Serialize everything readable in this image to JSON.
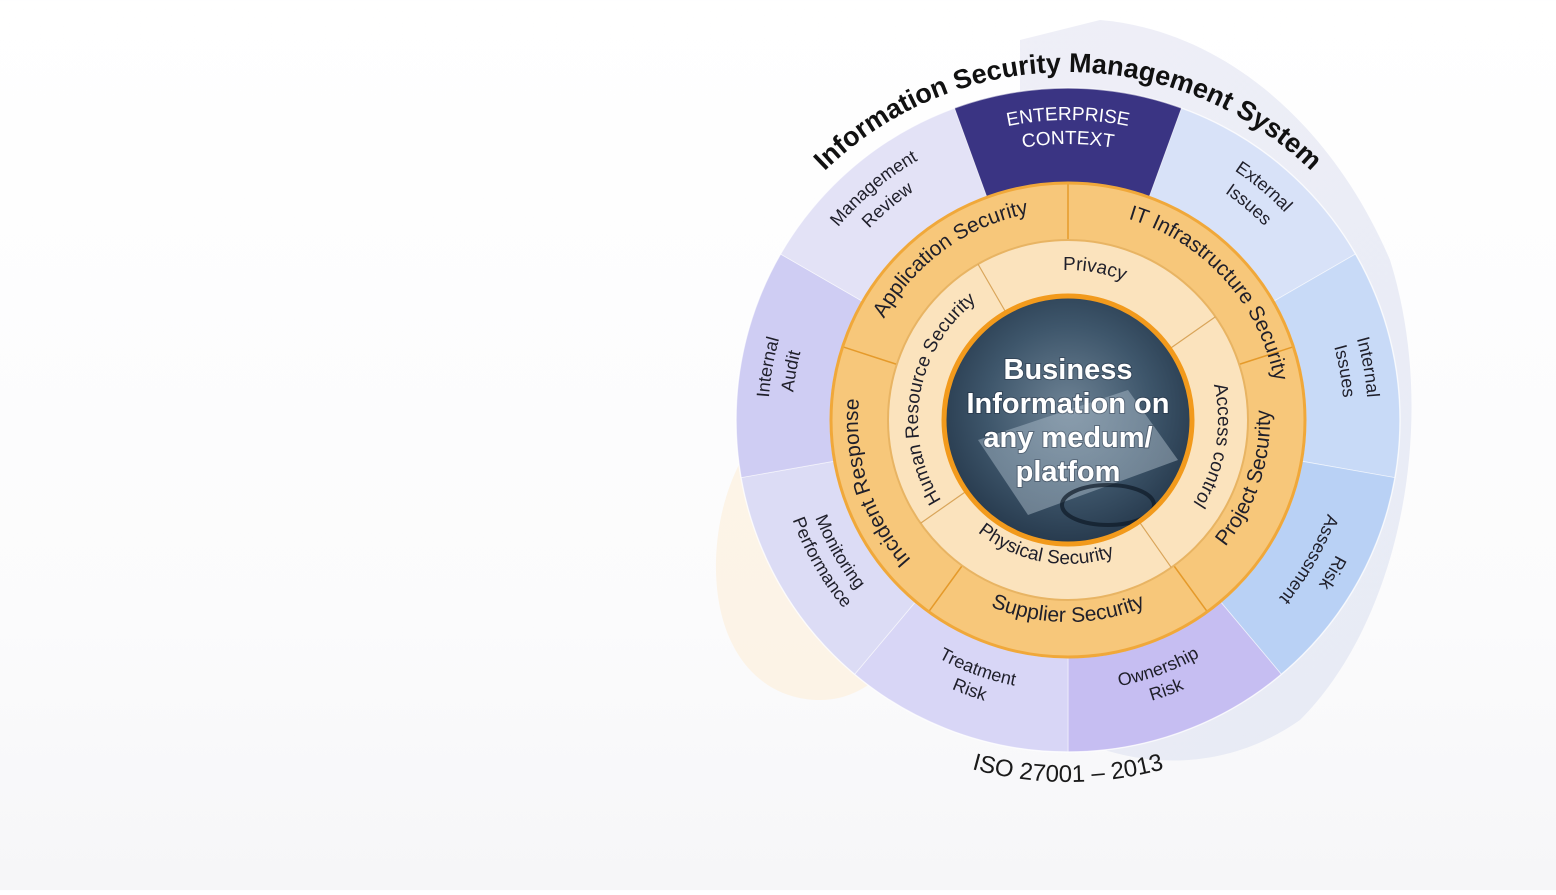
{
  "diagram": {
    "title": "Information Security Management System",
    "footer": "ISO 27001 – 2013",
    "center_lines": [
      "Business",
      "Information on",
      "any medum/",
      "platfom"
    ],
    "outer_ring": [
      {
        "key": "enterprise",
        "lines": [
          "ENTERPRISE",
          "CONTEXT"
        ]
      },
      {
        "key": "external",
        "lines": [
          "External",
          "Issues"
        ]
      },
      {
        "key": "internal-issues",
        "lines": [
          "Internal",
          "Issues"
        ]
      },
      {
        "key": "risk-assessment",
        "lines": [
          "Risk",
          "Assessment"
        ]
      },
      {
        "key": "risk-ownership",
        "lines": [
          "Risk",
          "Ownership"
        ]
      },
      {
        "key": "risk-treatment",
        "lines": [
          "Risk",
          "Treatment"
        ]
      },
      {
        "key": "performance",
        "lines": [
          "Performance",
          "Monitoring"
        ]
      },
      {
        "key": "internal-audit",
        "lines": [
          "Internal",
          "Audit"
        ]
      },
      {
        "key": "management-review",
        "lines": [
          "Management",
          "Review"
        ]
      }
    ],
    "middle_ring": [
      {
        "key": "app-sec",
        "label": "Application Security"
      },
      {
        "key": "it-infra",
        "label": "IT Infrastructure Security"
      },
      {
        "key": "project-sec",
        "label": "Project Security"
      },
      {
        "key": "supplier-sec",
        "label": "Supplier Security"
      },
      {
        "key": "incident",
        "label": "Incident Response"
      }
    ],
    "inner_ring": [
      {
        "key": "privacy",
        "label": "Privacy"
      },
      {
        "key": "access",
        "label": "Access control"
      },
      {
        "key": "physical",
        "label": "Physical Security"
      },
      {
        "key": "hr-sec",
        "label": "Human Resource Security"
      }
    ],
    "colors": {
      "enterprise": "#3a3483",
      "orange_ring": "#f7c77a",
      "orange_border": "#f0a83a",
      "inner_ring": "#fbe3bd",
      "center_border": "#f29a1c",
      "text_dark": "#1f1f2a"
    }
  }
}
